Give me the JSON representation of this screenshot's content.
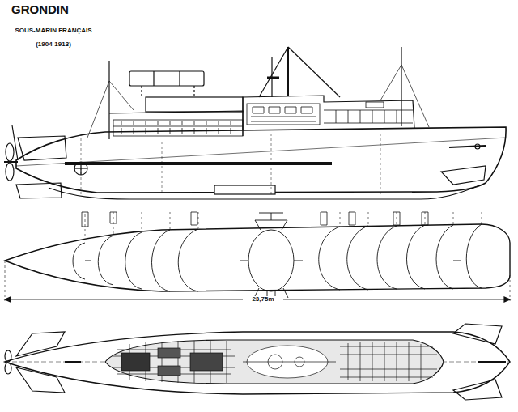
{
  "diagram": {
    "title": "GRONDIN",
    "labels": [
      "SOUS-MARIN FRANÇAIS",
      "(1904-1913)",
      "23,75m"
    ]
  }
}
